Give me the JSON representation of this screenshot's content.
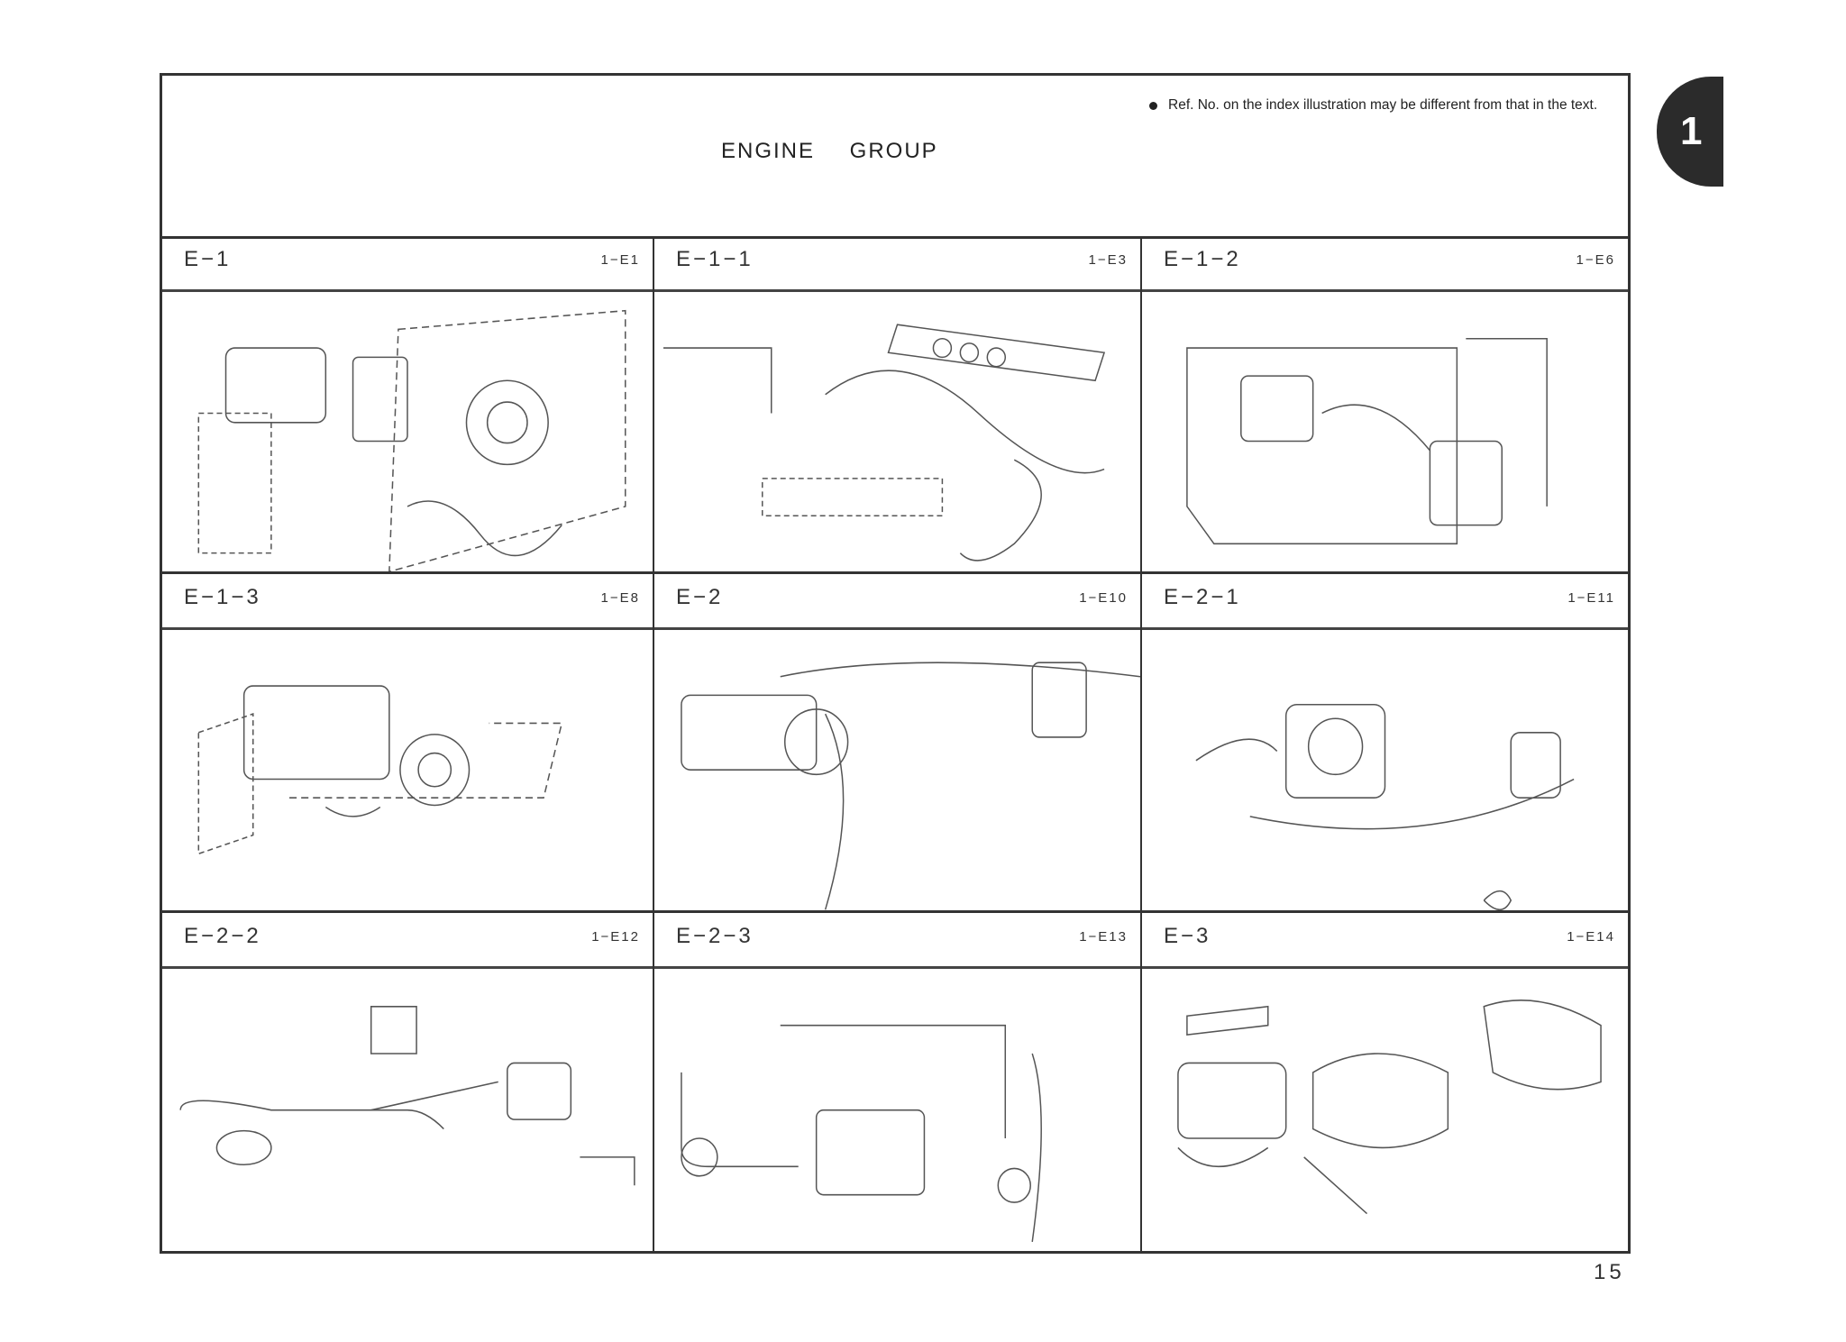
{
  "header": {
    "title": "ENGINE GROUP",
    "note": "Ref. No. on the index illustration may be different from that in the text."
  },
  "section_tab": "1",
  "page_number": "15",
  "sections": [
    {
      "code": "E−1",
      "page": "1−E1"
    },
    {
      "code": "E−1−1",
      "page": "1−E3"
    },
    {
      "code": "E−1−2",
      "page": "1−E6"
    },
    {
      "code": "E−1−3",
      "page": "1−E8"
    },
    {
      "code": "E−2",
      "page": "1−E10"
    },
    {
      "code": "E−2−1",
      "page": "1−E11"
    },
    {
      "code": "E−2−2",
      "page": "1−E12"
    },
    {
      "code": "E−2−3",
      "page": "1−E13"
    },
    {
      "code": "E−3",
      "page": "1−E14"
    }
  ]
}
